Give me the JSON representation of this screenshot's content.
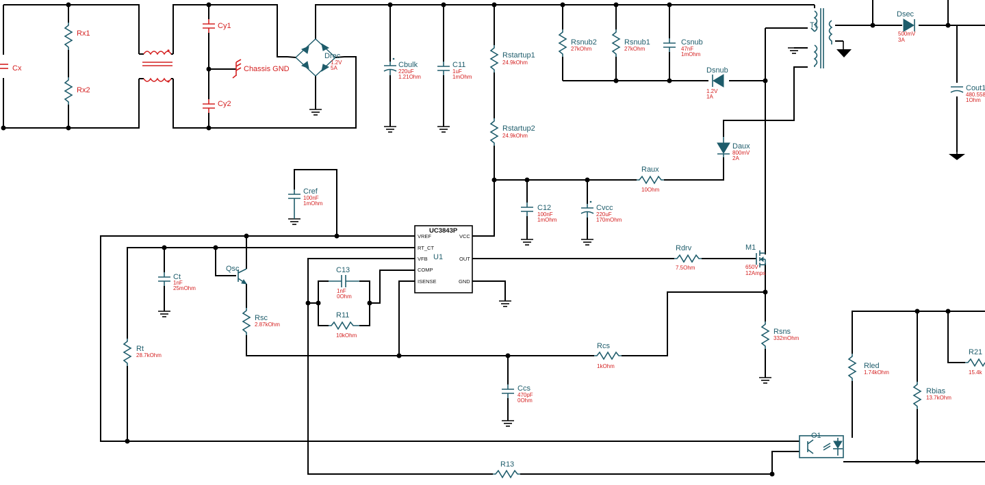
{
  "colors": {
    "wire": "#000000",
    "component": "#1e5c6b",
    "value_text": "#d42020",
    "emi_component": "#d42020"
  },
  "components": {
    "cx": {
      "ref": "Cx"
    },
    "rx1": {
      "ref": "Rx1"
    },
    "rx2": {
      "ref": "Rx2"
    },
    "cy1": {
      "ref": "Cy1"
    },
    "cy2": {
      "ref": "Cy2"
    },
    "chassis": {
      "ref": "Chassis GND"
    },
    "bridge": {
      "ref": "Drec",
      "v1": "1.2V",
      "v2": "5A"
    },
    "cbulk": {
      "ref": "Cbulk",
      "v1": "220uF",
      "v2": "1.21Ohm"
    },
    "c11": {
      "ref": "C11",
      "v1": "1uF",
      "v2": "1mOhm"
    },
    "rstartup1": {
      "ref": "Rstartup1",
      "v1": "24.9kOhm"
    },
    "rstartup2": {
      "ref": "Rstartup2",
      "v1": "24.9kOhm"
    },
    "rsnub2": {
      "ref": "Rsnub2",
      "v1": "27kOhm"
    },
    "rsnub1": {
      "ref": "Rsnub1",
      "v1": "27kOhm"
    },
    "csnub": {
      "ref": "Csnub",
      "v1": "47nF",
      "v2": "1mOhm"
    },
    "dsnub": {
      "ref": "Dsnub",
      "v1": "1.2V",
      "v2": "1A"
    },
    "t1": {
      "ref": "T1"
    },
    "dsec": {
      "ref": "Dsec",
      "v1": "500mV",
      "v2": "3A"
    },
    "cout1": {
      "ref": "Cout1",
      "v1": "480.558",
      "v2": "1Ohm"
    },
    "daux": {
      "ref": "Daux",
      "v1": "800mV",
      "v2": "2A"
    },
    "raux": {
      "ref": "Raux",
      "v1": "10Ohm"
    },
    "c12": {
      "ref": "C12",
      "v1": "100nF",
      "v2": "1mOhm"
    },
    "cvcc": {
      "ref": "Cvcc",
      "v1": "220uF",
      "v2": "170mOhm"
    },
    "cref": {
      "ref": "Cref",
      "v1": "100nF",
      "v2": "1mOhm"
    },
    "u1": {
      "ref": "U1",
      "part": "UC3843P",
      "pins": {
        "vref": "VREF",
        "rtct": "RT_CT",
        "vfb": "VFB",
        "comp": "COMP",
        "isense": "ISENSE",
        "vcc": "VCC",
        "out": "OUT",
        "gnd": "GND"
      }
    },
    "ct": {
      "ref": "Ct",
      "v1": "1nF",
      "v2": "25mOhm"
    },
    "qsc": {
      "ref": "Qsc"
    },
    "rsc": {
      "ref": "Rsc",
      "v1": "2.87kOhm"
    },
    "rt": {
      "ref": "Rt",
      "v1": "28.7kOhm"
    },
    "c13": {
      "ref": "C13",
      "v1": "1nF",
      "v2": "0Ohm"
    },
    "r11": {
      "ref": "R11",
      "v1": "10kOhm"
    },
    "rdrv": {
      "ref": "Rdrv",
      "v1": "7.5Ohm"
    },
    "m1": {
      "ref": "M1",
      "v1": "650V",
      "v2": "12Amps"
    },
    "rsns": {
      "ref": "Rsns",
      "v1": "332mOhm"
    },
    "rcs": {
      "ref": "Rcs",
      "v1": "1kOhm"
    },
    "ccs": {
      "ref": "Ccs",
      "v1": "470pF",
      "v2": "0Ohm"
    },
    "rled": {
      "ref": "Rled",
      "v1": "1.74kOhm"
    },
    "rbias": {
      "ref": "Rbias",
      "v1": "13.7kOhm"
    },
    "r21": {
      "ref": "R21",
      "v1": "15.4k"
    },
    "o1": {
      "ref": "O1"
    },
    "r13": {
      "ref": "R13"
    }
  }
}
